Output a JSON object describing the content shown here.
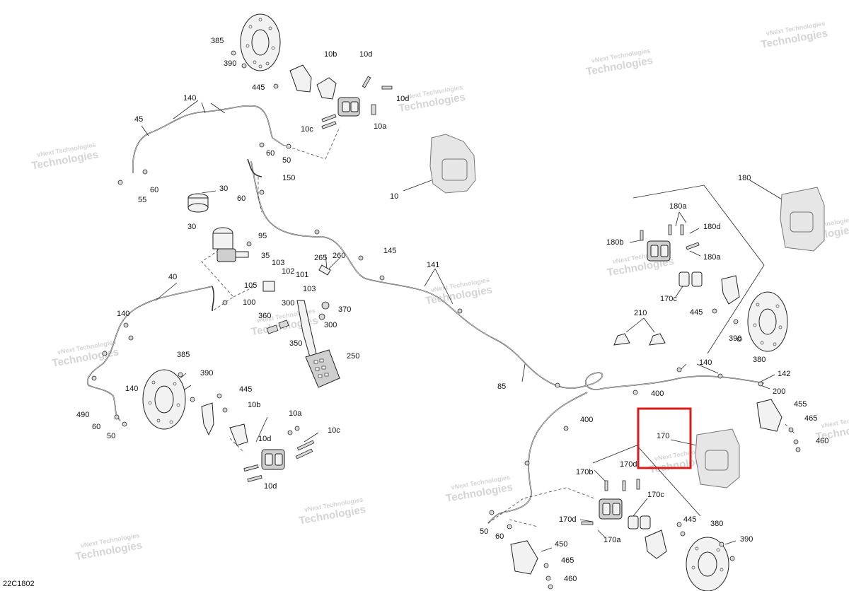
{
  "diagram_code": "22C1802",
  "watermark": {
    "line1": "vNext Technologies",
    "line2": "Technologies"
  },
  "highlight": {
    "label": "170",
    "color": "#d81b1b"
  },
  "labels": {
    "l385a": "385",
    "l390a": "390",
    "l445a": "445",
    "l10b_a": "10b",
    "l10d_a": "10d",
    "l10d_b": "10d",
    "l10c_a": "10c",
    "l10a_a": "10a",
    "l140a": "140",
    "l45": "45",
    "l60a": "60",
    "l50a": "50",
    "l60b": "60",
    "l55": "55",
    "l150": "150",
    "l30a": "30",
    "l60c": "60",
    "l30b": "30",
    "l95": "95",
    "l10": "10",
    "l180": "180",
    "l180a_a": "180a",
    "l180d": "180d",
    "l180b": "180b",
    "l180a_b": "180a",
    "l35": "35",
    "l103a": "103",
    "l102": "102",
    "l101": "101",
    "l265": "265",
    "l260": "260",
    "l145": "145",
    "l141": "141",
    "l105": "105",
    "l103b": "103",
    "l100": "100",
    "l40": "40",
    "l300a": "300",
    "l370": "370",
    "l140b": "140",
    "l360": "360",
    "l300b": "300",
    "l350": "350",
    "l250": "250",
    "l170c_a": "170c",
    "l445b": "445",
    "l210": "210",
    "l390b": "390",
    "l380a": "380",
    "l385b": "385",
    "l390c": "390",
    "l140c": "140",
    "l490": "490",
    "l60d": "60",
    "l50b": "50",
    "l445c": "445",
    "l10b_b": "10b",
    "l10a_b": "10a",
    "l10c_b": "10c",
    "l10d_c": "10d",
    "l10d_d": "10d",
    "l85": "85",
    "l140d": "140",
    "l142": "142",
    "l200": "200",
    "l400a": "400",
    "l400b": "400",
    "l455": "455",
    "l465a": "465",
    "l460a": "460",
    "l170": "170",
    "l170d_a": "170d",
    "l170b": "170b",
    "l170c_b": "170c",
    "l170d_b": "170d",
    "l170a": "170a",
    "l445d": "445",
    "l380b": "380",
    "l390d": "390",
    "l50c": "50",
    "l60e": "60",
    "l450": "450",
    "l465b": "465",
    "l460b": "460"
  }
}
